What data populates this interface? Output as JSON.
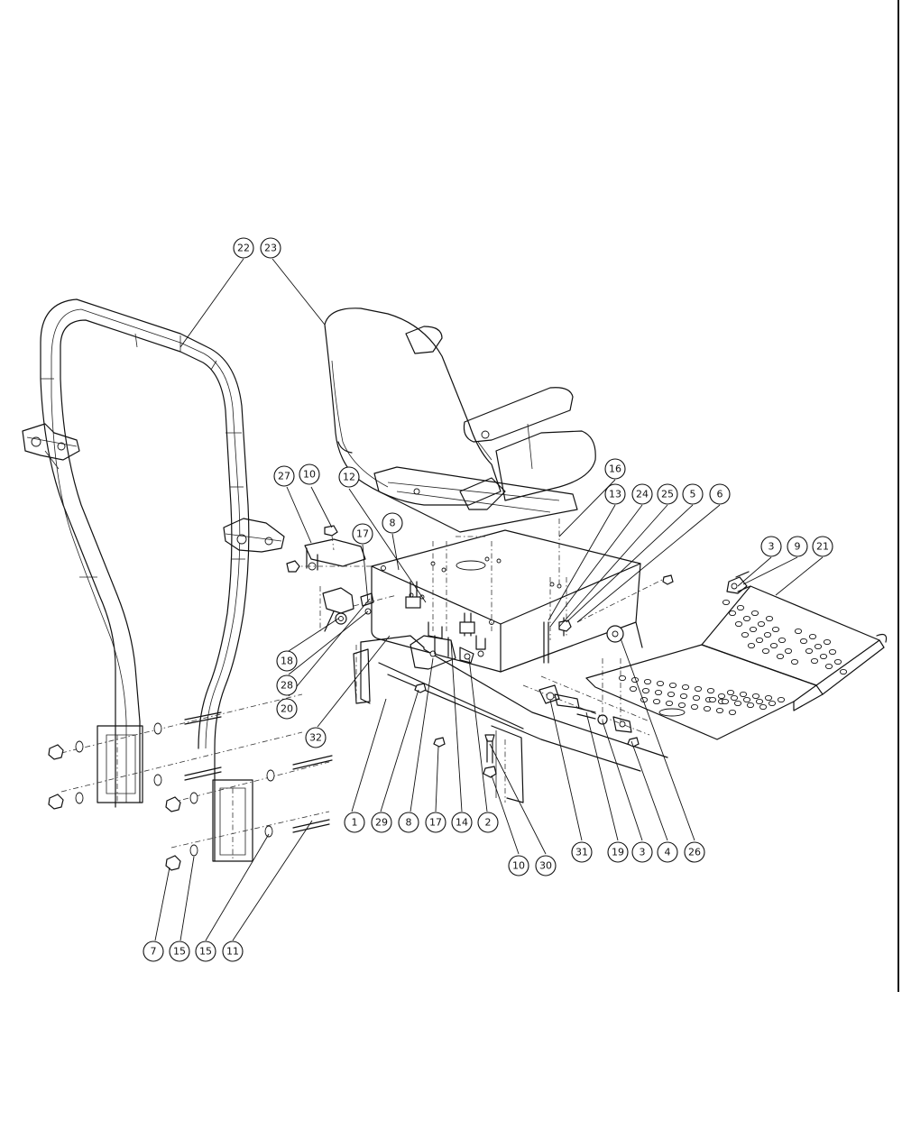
{
  "diagram": {
    "callouts": [
      {
        "id": "c22a",
        "label": "22"
      },
      {
        "id": "c23",
        "label": "23"
      },
      {
        "id": "c27",
        "label": "27"
      },
      {
        "id": "c10a",
        "label": "10"
      },
      {
        "id": "c12",
        "label": "12"
      },
      {
        "id": "c16",
        "label": "16"
      },
      {
        "id": "c13",
        "label": "13"
      },
      {
        "id": "c24",
        "label": "24"
      },
      {
        "id": "c25",
        "label": "25"
      },
      {
        "id": "c5",
        "label": "5"
      },
      {
        "id": "c6",
        "label": "6"
      },
      {
        "id": "c3a",
        "label": "3"
      },
      {
        "id": "c9",
        "label": "9"
      },
      {
        "id": "c21",
        "label": "21"
      },
      {
        "id": "c8a",
        "label": "8"
      },
      {
        "id": "c17a",
        "label": "17"
      },
      {
        "id": "c18",
        "label": "18"
      },
      {
        "id": "c28",
        "label": "28"
      },
      {
        "id": "c20",
        "label": "20"
      },
      {
        "id": "c32",
        "label": "32"
      },
      {
        "id": "c1",
        "label": "1"
      },
      {
        "id": "c29",
        "label": "29"
      },
      {
        "id": "c8b",
        "label": "8"
      },
      {
        "id": "c17b",
        "label": "17"
      },
      {
        "id": "c14",
        "label": "14"
      },
      {
        "id": "c2",
        "label": "2"
      },
      {
        "id": "c10b",
        "label": "10"
      },
      {
        "id": "c30",
        "label": "30"
      },
      {
        "id": "c31",
        "label": "31"
      },
      {
        "id": "c19",
        "label": "19"
      },
      {
        "id": "c3b",
        "label": "3"
      },
      {
        "id": "c4",
        "label": "4"
      },
      {
        "id": "c26",
        "label": "26"
      },
      {
        "id": "c7",
        "label": "7"
      },
      {
        "id": "c15a",
        "label": "15"
      },
      {
        "id": "c15b",
        "label": "15"
      },
      {
        "id": "c11",
        "label": "11"
      }
    ]
  }
}
